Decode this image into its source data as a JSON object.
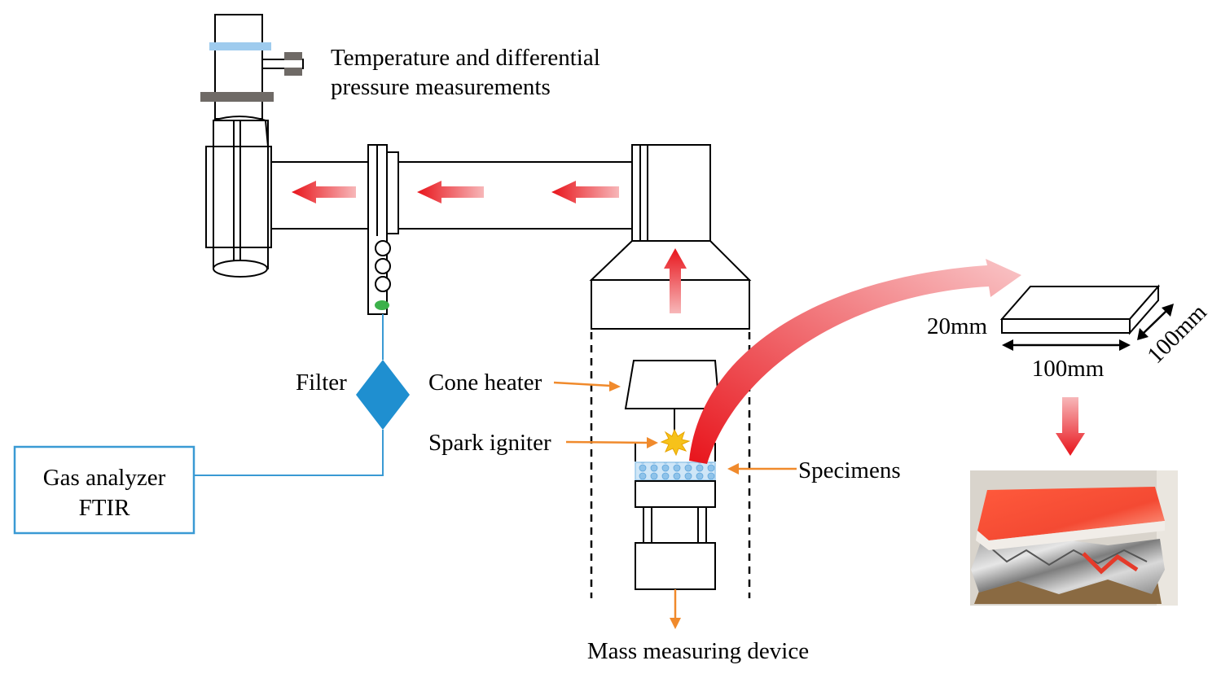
{
  "labels": {
    "temp_line1": "Temperature and differential",
    "temp_line2": "pressure measurements",
    "filter": "Filter",
    "gas_line1": "Gas analyzer",
    "gas_line2": "FTIR",
    "cone_heater": "Cone heater",
    "spark_igniter": "Spark igniter",
    "specimens": "Specimens",
    "mass_device": "Mass measuring device",
    "dim_thickness": "20mm",
    "dim_width": "100mm",
    "dim_depth": "100mm"
  },
  "colors": {
    "flow_arrow": "#e8141b",
    "pointer_arrow": "#f08a2c",
    "gas_line": "#3a9ad4",
    "filter": "#1f8fd0",
    "sample_band": "#9bc9ea",
    "duct_band_gray": "#6f6a66",
    "spark": "#f6c21a",
    "filter_dot": "#3cb14a"
  },
  "icons": {
    "spark": "spark-burst-icon",
    "flow": "red-flow-arrow-icon",
    "sample_photo": "foil-wrapped-specimen-photo"
  }
}
